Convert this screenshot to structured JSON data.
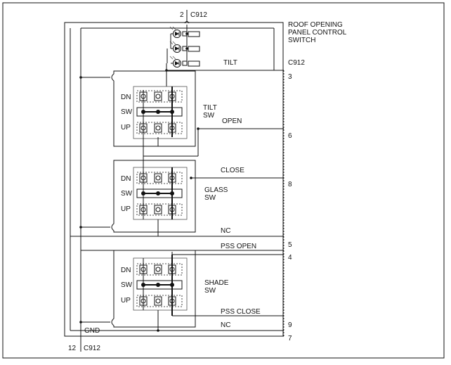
{
  "title": "ROOF OPENING PANEL CONTROL SWITCH",
  "title_lines": [
    "ROOF OPENING",
    "PANEL CONTROL",
    "SWITCH"
  ],
  "connector": "C912",
  "top_pin": "2",
  "bottom_pin": "12",
  "right_connector": "C912",
  "pins": {
    "p3": "3",
    "p6": "6",
    "p8": "8",
    "p5": "5",
    "p4": "4",
    "p9": "9",
    "p7": "7"
  },
  "signals": {
    "tilt": "TILT",
    "open": "OPEN",
    "close": "CLOSE",
    "nc1": "NC",
    "pss_open": "PSS OPEN",
    "pss_close": "PSS CLOSE",
    "nc2": "NC",
    "gnd": "GND"
  },
  "switches": [
    {
      "name_line1": "TILT",
      "name_line2": "SW",
      "positions": [
        "DN",
        "SW",
        "UP"
      ]
    },
    {
      "name_line1": "GLASS",
      "name_line2": "SW",
      "positions": [
        "DN",
        "SW",
        "UP"
      ]
    },
    {
      "name_line1": "SHADE",
      "name_line2": "SW",
      "positions": [
        "DN",
        "SW",
        "UP"
      ]
    }
  ]
}
